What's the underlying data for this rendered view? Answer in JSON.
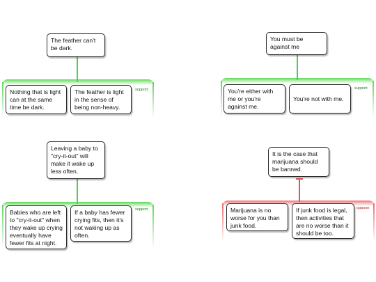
{
  "diagrams": [
    {
      "relation": "support",
      "claim": "The feather can't be dark.",
      "tag": "support",
      "premises": [
        "Nothing that is light can at the same time be dark.",
        "The feather is light in the sense of being non-heavy."
      ]
    },
    {
      "relation": "support",
      "claim": "You must be against me",
      "tag": "support",
      "premises": [
        "You're either with me or you're against me.",
        "You're not with me."
      ]
    },
    {
      "relation": "support",
      "claim": "Leaving a baby to \"cry-it-out\" will make it wake up less often.",
      "tag": "support",
      "premises": [
        "Babies who are left to \"cry-it-out\" when they wake up crying eventually have fewer fits at night.",
        "If a baby has fewer crying fits, then it's not waking up as often."
      ]
    },
    {
      "relation": "oppose",
      "claim": "It is the case that marijuana should be banned.",
      "tag": "oppose",
      "premises": [
        "Marijuana is no worse for you than junk food.",
        "If junk food is legal, then activities that are no worse than it should be too."
      ]
    }
  ],
  "colors": {
    "support": "#5cd65a",
    "oppose": "#ef6c6c",
    "box_border": "#2a2a2a"
  }
}
